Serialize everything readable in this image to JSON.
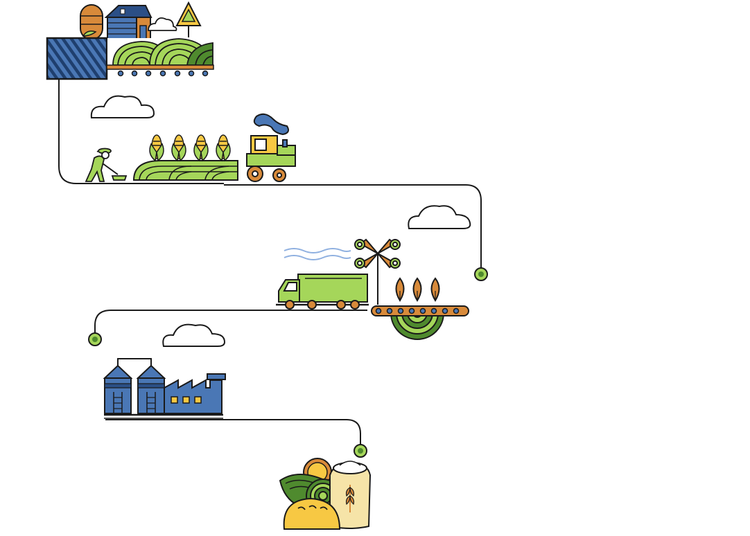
{
  "diagram": {
    "type": "farm-to-table supply chain illustration",
    "stages": [
      {
        "id": "farm",
        "icon": "farm-icon"
      },
      {
        "id": "harvest",
        "icon": "harvest-icon"
      },
      {
        "id": "processing",
        "icon": "processing-icon"
      },
      {
        "id": "factory",
        "icon": "factory-icon"
      },
      {
        "id": "products",
        "icon": "food-products-icon"
      }
    ]
  },
  "colors": {
    "outline": "#1a1a1a",
    "green_light": "#a5d65a",
    "green_dark": "#4f8a2e",
    "blue": "#4a77b5",
    "navy_stripe": "#1f4e86",
    "orange": "#d88a3a",
    "rust": "#c8743e",
    "yellow": "#f7c843",
    "cream": "#f6e4a8",
    "connector": "#1a1a1a",
    "node_fill": "#a5d65a",
    "node_ring": "#c8743e"
  }
}
